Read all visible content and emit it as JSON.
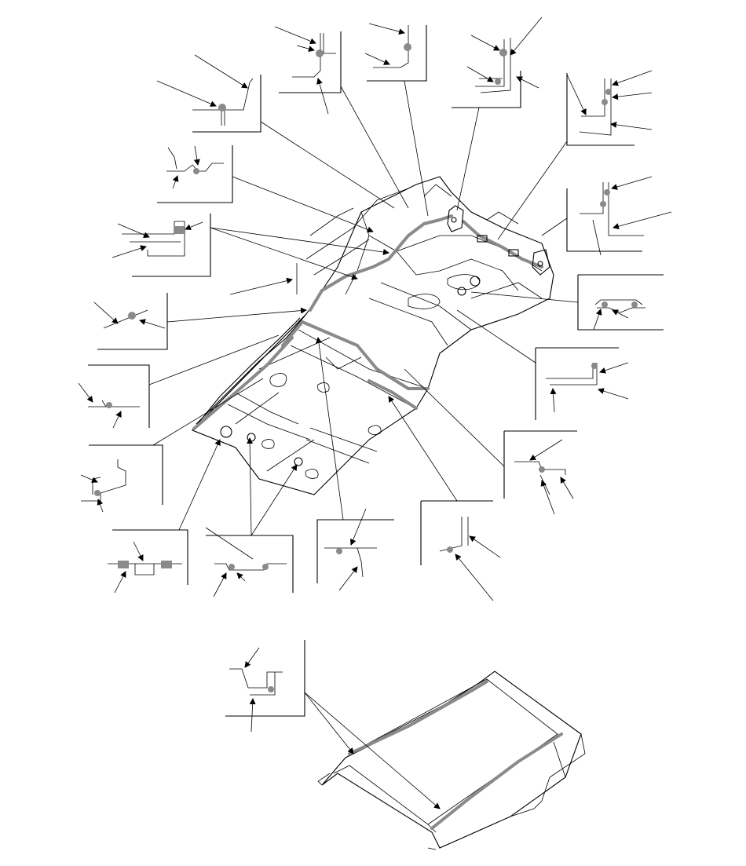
{
  "diagram": {
    "colors": {
      "line": "#000000",
      "sealer": "#8a8a8a",
      "background": "#ffffff"
    },
    "subject": "body-sealer-application-diagram",
    "detail_views": [
      {
        "id": "d1",
        "icon": "sealer-section-icon"
      },
      {
        "id": "d2",
        "icon": "sealer-section-icon"
      },
      {
        "id": "d3",
        "icon": "sealer-section-icon"
      },
      {
        "id": "d4",
        "icon": "sealer-section-icon"
      },
      {
        "id": "d5",
        "icon": "sealer-section-icon"
      },
      {
        "id": "d6",
        "icon": "sealer-section-icon"
      },
      {
        "id": "d7",
        "icon": "sealer-section-icon"
      },
      {
        "id": "d8",
        "icon": "sealer-section-icon"
      },
      {
        "id": "d9",
        "icon": "sealer-section-icon"
      },
      {
        "id": "d10",
        "icon": "sealer-section-icon"
      },
      {
        "id": "d11",
        "icon": "sealer-section-icon"
      },
      {
        "id": "d12",
        "icon": "sealer-section-icon"
      },
      {
        "id": "d13",
        "icon": "sealer-section-icon"
      },
      {
        "id": "d14",
        "icon": "sealer-section-icon"
      },
      {
        "id": "d15",
        "icon": "sealer-section-icon"
      },
      {
        "id": "d16",
        "icon": "sealer-section-icon"
      },
      {
        "id": "d17",
        "icon": "sealer-section-icon"
      },
      {
        "id": "d18",
        "icon": "sealer-section-icon"
      },
      {
        "id": "d19",
        "icon": "sealer-section-icon"
      }
    ]
  }
}
